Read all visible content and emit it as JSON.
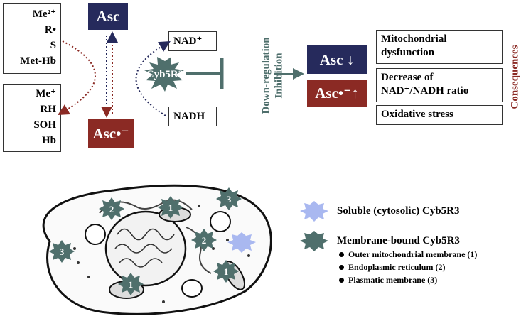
{
  "left_top": [
    "Me²⁺",
    "R•",
    "S",
    "Met-Hb"
  ],
  "left_bottom": [
    "Me⁺",
    "RH",
    "SOH",
    "Hb"
  ],
  "asc_top": "Asc",
  "asc_bottom": "Asc•⁻",
  "nad": "NAD⁺",
  "nadh": "NADH",
  "enzyme": "Cyb5R3",
  "regulation": [
    "Down-regulation",
    "Inhibition"
  ],
  "asc_down": "Asc ↓",
  "asc_radical_up": "Asc•⁻↑",
  "consequences_title": "Consequences",
  "consequences": [
    "Mitochondrial dysfunction",
    "Decrease of NAD⁺/NADH ratio",
    "Oxidative stress"
  ],
  "cell_labels": [
    "2",
    "1",
    "3",
    "2",
    "3",
    "1",
    "1"
  ],
  "legend": {
    "soluble": "Soluble (cytosolic) Cyb5R3",
    "membrane": "Membrane-bound Cyb5R3",
    "items": [
      "Outer mitochondrial membrane (1)",
      "Endoplasmic reticulum (2)",
      "Plasmatic membrane (3)"
    ]
  },
  "colors": {
    "navy": "#262a5c",
    "maroon": "#8b2a24",
    "teal": "#4f6f6c",
    "light_blue": "#a9b8f0"
  }
}
